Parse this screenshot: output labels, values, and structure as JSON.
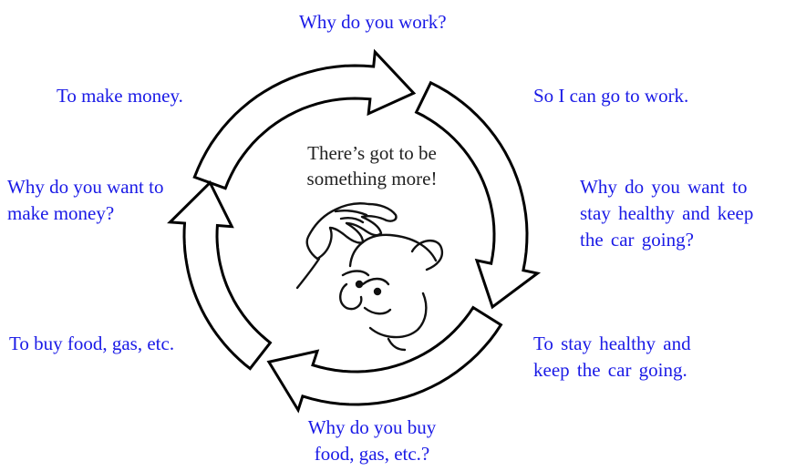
{
  "top_question": "Why do you work?",
  "left_answer_1": "To make money.",
  "right_answer_1": "So I can go to work.",
  "left_question_2": [
    "Why do you want to",
    "make money?"
  ],
  "right_question_2": [
    "Why do you want to",
    "stay healthy and keep",
    "the car going?"
  ],
  "left_answer_3": "To buy food, gas, etc.",
  "right_answer_3": [
    "To stay healthy and",
    "keep the car going."
  ],
  "bottom_question": [
    "Why do you buy",
    "food, gas, etc.?"
  ],
  "center_thought": [
    "There’s got to be",
    "something more!"
  ],
  "colors": {
    "question_text": "#1a1ae6",
    "center_text": "#222222",
    "arrow_stroke": "#000000",
    "arrow_fill": "#ffffff"
  },
  "icons": [
    "cycle-arrows",
    "thinking-face-drawing"
  ]
}
